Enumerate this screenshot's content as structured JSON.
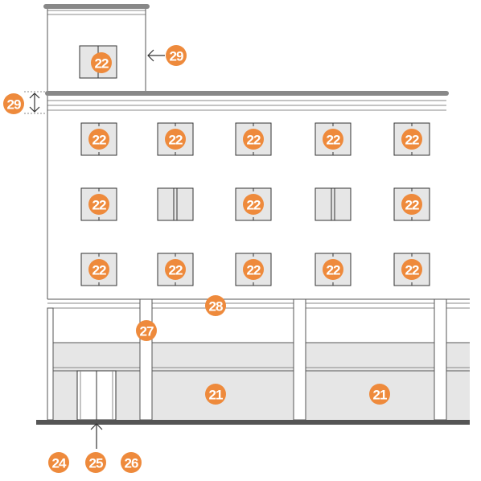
{
  "colors": {
    "callout": "#ee8a3c",
    "glass": "#e6e6e6",
    "slab": "#888888",
    "line": "#555555",
    "background": "#ffffff"
  },
  "callouts": {
    "penthouse_window": "22",
    "penthouse_setback": "29",
    "parapet_height": "29",
    "window_label": "22",
    "canopy_band": "28",
    "column": "27",
    "storefront": "21",
    "ground_left": "24",
    "ground_entry": "25",
    "ground_right": "26"
  },
  "window_rows": [
    [
      "22",
      "22",
      "22",
      "22",
      "22"
    ],
    [
      "22",
      "",
      "22",
      "",
      "22"
    ],
    [
      "22",
      "22",
      "22",
      "22",
      "22"
    ]
  ],
  "storefront_labels": [
    "21",
    "21"
  ]
}
